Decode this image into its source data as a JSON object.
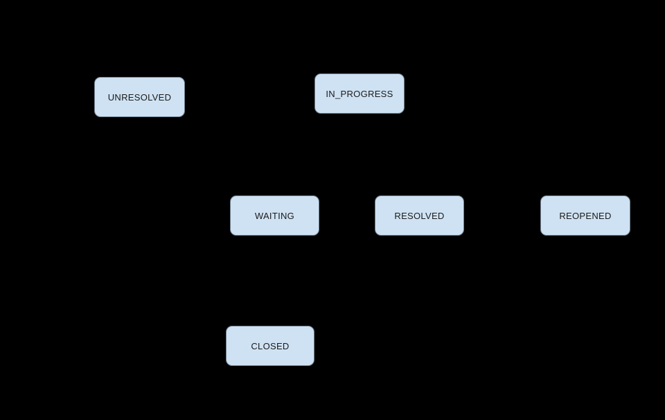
{
  "diagram": {
    "type": "state-diagram",
    "colors": {
      "background": "#000000",
      "node_fill": "#cfe2f3",
      "node_border": "#72808f",
      "node_text": "#1a1a1a"
    },
    "nodes": [
      {
        "id": "unresolved",
        "label": "UNRESOLVED"
      },
      {
        "id": "in_progress",
        "label": "IN_PROGRESS"
      },
      {
        "id": "waiting",
        "label": "WAITING"
      },
      {
        "id": "resolved",
        "label": "RESOLVED"
      },
      {
        "id": "reopened",
        "label": "REOPENED"
      },
      {
        "id": "closed",
        "label": "CLOSED"
      }
    ]
  }
}
